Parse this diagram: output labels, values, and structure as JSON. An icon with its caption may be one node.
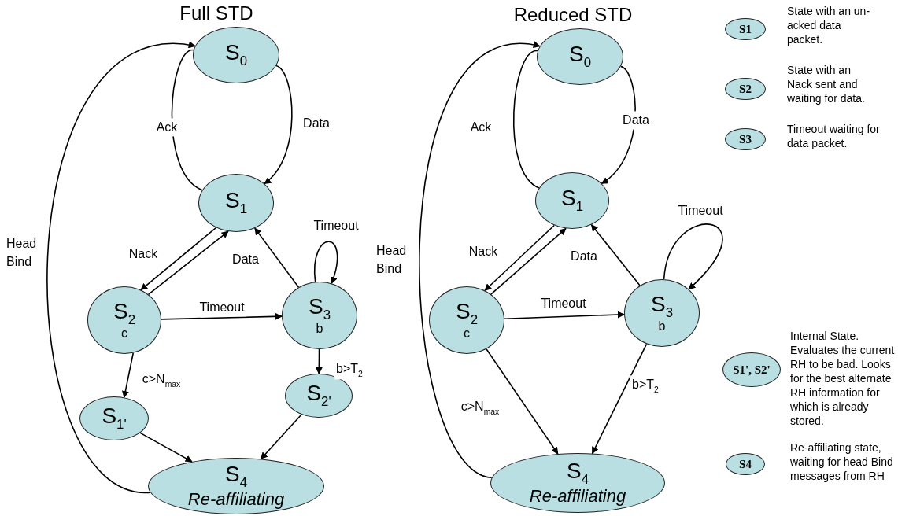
{
  "diagram": {
    "nodes": [
      {
        "text": [
          "S$_{0}$"
        ]
      },
      {
        "text": [
          "S$_{1}$"
        ]
      },
      {
        "text": [
          "S$_{2}$",
          "c"
        ]
      },
      {
        "text": [
          "S$_{3}$",
          "b"
        ]
      },
      {
        "text": [
          "S$_{1'}$"
        ]
      },
      {
        "text": [
          "S$_{2'}$"
        ]
      },
      {
        "text": [
          "S$_{4}$",
          "Re-affiliating"
        ]
      },
      {
        "text": [
          "S$_{0}$"
        ]
      },
      {
        "text": [
          "S$_{1}$"
        ]
      },
      {
        "text": [
          "S$_{2}$",
          "c"
        ]
      },
      {
        "text": [
          "S$_{3}$",
          "b"
        ]
      },
      {
        "text": [
          "S$_{4}$",
          "Re-affiliating"
        ]
      },
      {
        "text": [
          "S1"
        ],
        "beside": [
          "State with an un-acked data packet."
        ]
      },
      {
        "text": [
          "S2"
        ],
        "beside": [
          "State with an Nack sent and waiting for data."
        ]
      },
      {
        "text": [
          "S3"
        ],
        "beside": [
          "Timeout waiting for data packet."
        ]
      },
      {
        "text": [
          "S1', S2'"
        ],
        "beside": [
          "Internal State. Evaluates the current RH to be bad. Looks for the best alternate RH information for which is already stored."
        ]
      },
      {
        "text": [
          "S4"
        ],
        "beside": [
          "Re-affiliating state, waiting for head Bind messages from RH"
        ]
      }
    ],
    "edges": [
      {
        "from": 0,
        "to": 1,
        "arrow": "to",
        "label": "Data"
      },
      {
        "from": 1,
        "to": 0,
        "arrow": "none",
        "label": "Ack"
      },
      {
        "from": 1,
        "to": 2,
        "arrow": "to",
        "label": "Nack"
      },
      {
        "from": 2,
        "to": 1,
        "arrow": "to",
        "label": "Data"
      },
      {
        "from": 3,
        "to": 1,
        "arrow": "to"
      },
      {
        "from": 2,
        "to": 3,
        "arrow": "to",
        "label": "Timeout"
      },
      {
        "from": 3,
        "to": 3,
        "arrow": "to",
        "label": "Timeout"
      },
      {
        "from": 2,
        "to": 4,
        "arrow": "to",
        "label": "c>N$_{max}$"
      },
      {
        "from": 3,
        "to": 5,
        "arrow": "to",
        "label": "b>T$_{2}$"
      },
      {
        "from": 4,
        "to": 6,
        "arrow": "to"
      },
      {
        "from": 5,
        "to": 6,
        "arrow": "to"
      },
      {
        "from": 6,
        "to": 0,
        "arrow": "to",
        "label": "Head Bind"
      },
      {
        "from": 7,
        "to": 8,
        "arrow": "to",
        "label": "Data"
      },
      {
        "from": 8,
        "to": 7,
        "arrow": "none",
        "label": "Ack"
      },
      {
        "from": 8,
        "to": 9,
        "arrow": "to",
        "label": "Nack"
      },
      {
        "from": 9,
        "to": 8,
        "arrow": "to",
        "label": "Data"
      },
      {
        "from": 10,
        "to": 8,
        "arrow": "to"
      },
      {
        "from": 9,
        "to": 10,
        "arrow": "to",
        "label": "Timeout"
      },
      {
        "from": 10,
        "to": 10,
        "arrow": "to",
        "label": "Timeout"
      },
      {
        "from": 9,
        "to": 11,
        "arrow": "to",
        "label": "c>N$_{max}$"
      },
      {
        "from": 10,
        "to": 11,
        "arrow": "to",
        "label": "b>T$_{2}$"
      },
      {
        "from": 11,
        "to": 7,
        "arrow": "to",
        "label": "Head Bind"
      }
    ],
    "labels": [
      "Full STD",
      "Reduced STD"
    ]
  }
}
